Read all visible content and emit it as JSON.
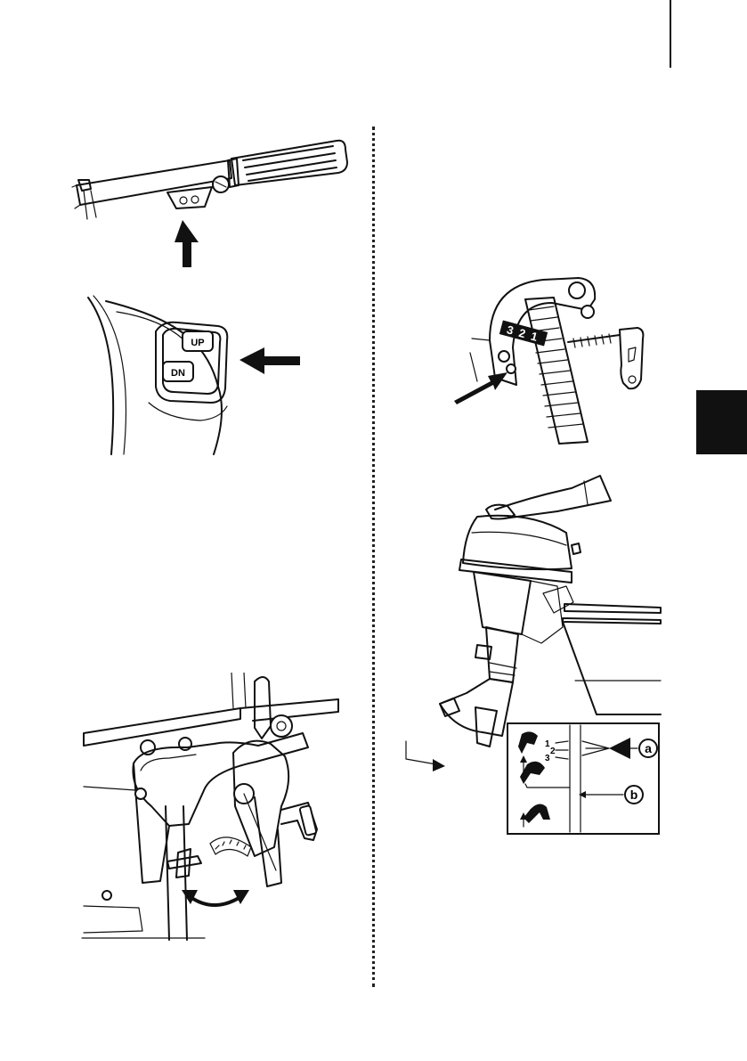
{
  "page": {
    "background": "#ffffff",
    "ink_color": "#111111"
  },
  "figures": {
    "tiller_handle": {
      "icon": "tiller-handle-with-trim-switch-arrow-icon"
    },
    "trim_switch": {
      "icon": "power-trim-switch-icon",
      "up_label": "UP",
      "down_label": "DN"
    },
    "transom_clamp": {
      "icon": "transom-clamp-bracket-icon",
      "position_numbers": [
        "3",
        "2",
        "1"
      ]
    },
    "outboard_tilt": {
      "icon": "outboard-motor-on-boat-icon",
      "inset_numbers": [
        "1",
        "2",
        "3"
      ],
      "callout_a": "a",
      "callout_b": "b"
    },
    "tilt_lever": {
      "icon": "tilt-lock-lever-mechanism-icon"
    }
  }
}
